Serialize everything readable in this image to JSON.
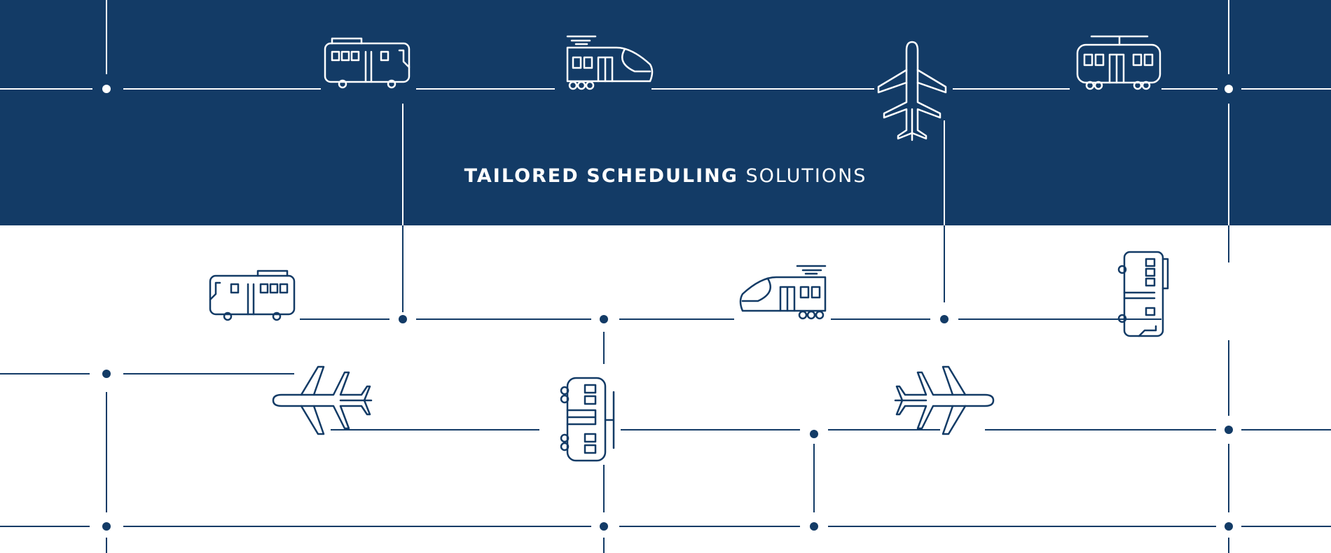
{
  "headline": {
    "part1": "TAILORED",
    "part2": "SCHEDULING",
    "part3": "SOLUTIONS"
  },
  "colors": {
    "navy": "#133b66",
    "white": "#ffffff"
  },
  "icons": [
    "bus-icon",
    "train-icon",
    "airplane-icon",
    "tram-icon"
  ]
}
